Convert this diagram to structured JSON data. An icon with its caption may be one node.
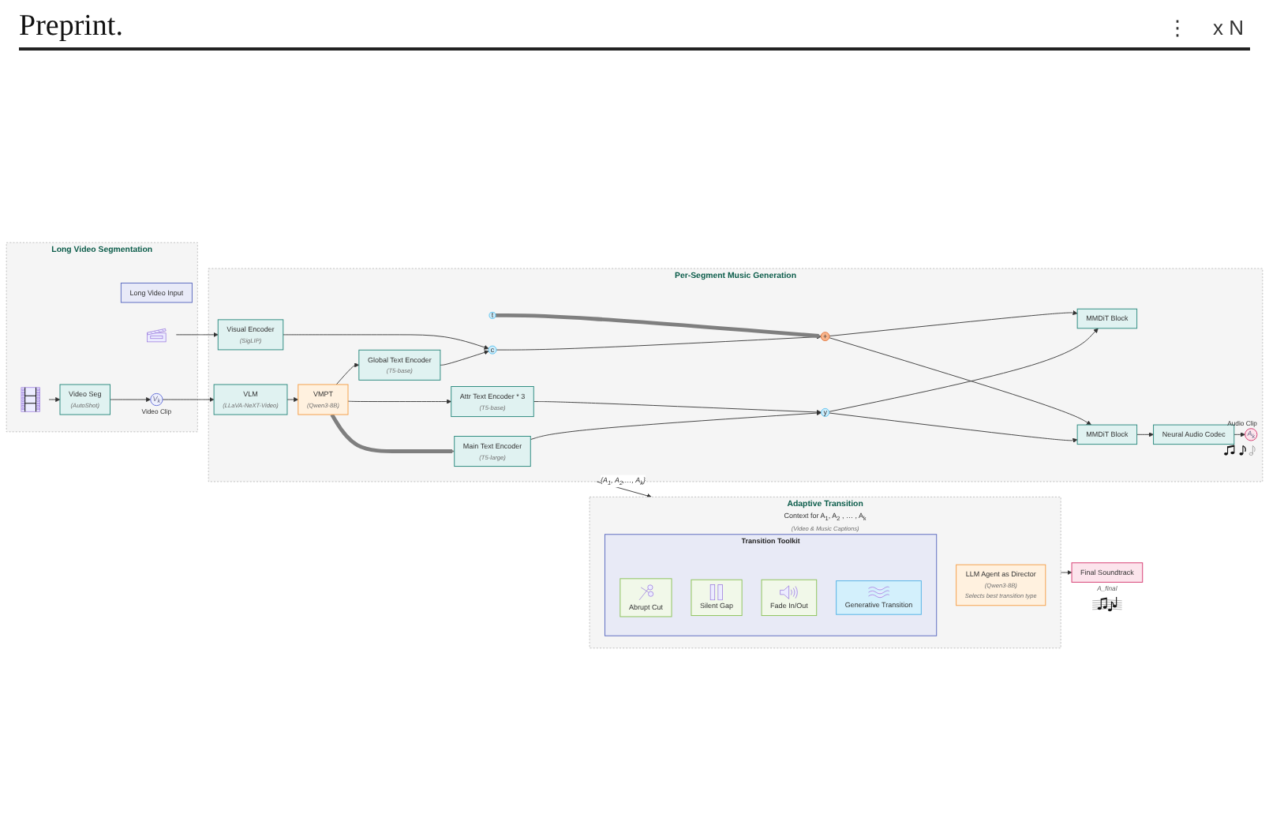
{
  "diagram": {
    "nodes": [
      {
        "text": [
          "Long Video Segmentation"
        ]
      },
      {
        "text": [
          "Long Video Input"
        ],
        "in": 0
      },
      {
        "text": [],
        "shape": "picture",
        "in": 0
      },
      {
        "text": [
          "Video Seg",
          "(AutoShot)"
        ],
        "in": 0
      },
      {
        "text": [
          "V$_{k}$"
        ],
        "beside": [
          "Video Clip"
        ],
        "in": 0
      },
      {
        "text": [],
        "shape": "picture",
        "in": 0
      },
      {
        "text": [
          "Per-Segment Music Generation"
        ]
      },
      {
        "text": [
          "Main Text Encoder",
          "(T5-large)"
        ],
        "in": 6
      },
      {
        "text": [
          "VMPT",
          "(Qwen3-8B)"
        ],
        "in": 6
      },
      {
        "text": [
          "VLM",
          "(LLaVA-NeXT-Video)"
        ],
        "in": 6
      },
      {
        "text": [
          "Attr Text Encoder * 3",
          "(T5-base)"
        ],
        "in": 6
      },
      {
        "text": [
          "Global Text Encoder",
          "(T5-base)"
        ],
        "in": 6
      },
      {
        "text": [
          "Visual Encoder",
          "(SigLIP)"
        ],
        "in": 6
      },
      {
        "text": [
          "y"
        ],
        "in": 6
      },
      {
        "text": [
          "c"
        ],
        "in": 6
      },
      {
        "text": [
          "MMDiT Block"
        ],
        "in": 6
      },
      {
        "text": [
          "+"
        ],
        "in": 6
      },
      {
        "text": [
          "t"
        ],
        "in": 6
      },
      {
        "text": [
          "MMDiT Block"
        ],
        "in": 6
      },
      {
        "text": [
          "Neural Audio Codec"
        ],
        "in": 6
      },
      {
        "text": [
          "A$_{k}$"
        ],
        "beside": [
          "Audio Clip"
        ],
        "in": 6
      },
      {
        "text": [
          "Adaptive Transition",
          "Context for A$_{1}$, A$_{2}$ , … , A$_{k}$",
          "(Video & Music Captions)"
        ]
      },
      {
        "text": [
          "LLM Agent as Director",
          "(Qwen3-8B)",
          "Selects best transition type"
        ],
        "in": 21
      },
      {
        "text": [
          "Transition Toolkit"
        ],
        "in": 21
      },
      {
        "text": [
          "Abrupt Cut"
        ],
        "in": 23
      },
      {
        "text": [
          "Silent Gap"
        ],
        "in": 23
      },
      {
        "text": [
          "Fade In/Out"
        ],
        "in": 23
      },
      {
        "text": [
          "Generative Transition"
        ],
        "in": 23
      },
      {
        "text": [
          "Final Soundtrack"
        ],
        "beside": [
          "A_final"
        ]
      }
    ],
    "edges": [
      {
        "from": 2,
        "to": 3,
        "arrow": "to"
      },
      {
        "from": 3,
        "to": 4,
        "arrow": "to"
      },
      {
        "from": 4,
        "to": 9,
        "arrow": "to"
      },
      {
        "from": 5,
        "to": 12,
        "arrow": "to"
      },
      {
        "from": 9,
        "to": 8,
        "arrow": "to"
      },
      {
        "from": 8,
        "to": 7,
        "arrow": "to",
        "style": "thick",
        "color": "#7f7f7f"
      },
      {
        "from": 8,
        "to": 10,
        "arrow": "to"
      },
      {
        "from": 8,
        "to": 11,
        "arrow": "to"
      },
      {
        "from": 7,
        "to": 13,
        "arrow": "to"
      },
      {
        "from": 10,
        "to": 13,
        "arrow": "to"
      },
      {
        "from": 11,
        "to": 14,
        "arrow": "to"
      },
      {
        "from": 12,
        "to": 14,
        "arrow": "to"
      },
      {
        "from": 13,
        "to": 15,
        "arrow": "to"
      },
      {
        "from": 13,
        "to": 18,
        "arrow": "to"
      },
      {
        "from": 14,
        "to": 16,
        "arrow": "to"
      },
      {
        "from": 17,
        "to": 16,
        "arrow": "to",
        "style": "thick",
        "color": "#7f7f7f"
      },
      {
        "from": 16,
        "to": 15,
        "arrow": "to"
      },
      {
        "from": 16,
        "to": 18,
        "arrow": "to"
      },
      {
        "from": 18,
        "to": 19,
        "arrow": "to"
      },
      {
        "from": 19,
        "to": 20,
        "arrow": "to"
      },
      {
        "from": 6,
        "to": 21,
        "arrow": "to",
        "label": "{A$_{1}$, A$_{2}$,…, A$_{k}$}"
      },
      {
        "from": 21,
        "to": 28,
        "arrow": "to"
      }
    ],
    "labels": [
      "Preprint.",
      "⋮",
      "x N"
    ]
  }
}
